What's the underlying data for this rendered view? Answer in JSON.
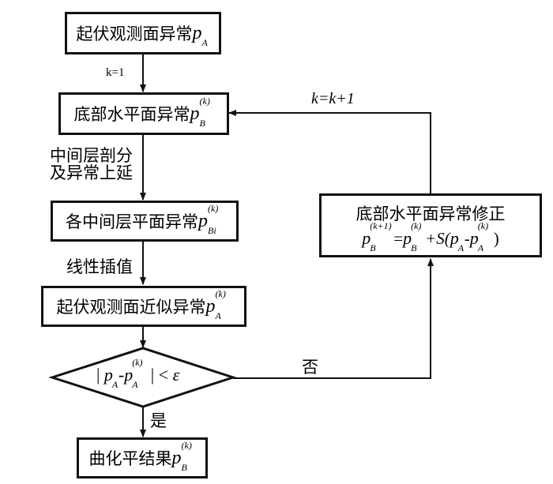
{
  "nodes": {
    "start": {
      "text": "起伏观测面异常",
      "var": "p",
      "sub": "A",
      "sup": ""
    },
    "bottom": {
      "text": "底部水平面异常",
      "var": "p",
      "sub": "B",
      "sup": "(k)"
    },
    "layers": {
      "text": "各中间层平面异常",
      "var": "p",
      "sub": "Bi",
      "sup": "(k)"
    },
    "approx": {
      "text": "起伏观测面近似异常",
      "var": "p",
      "sub": "A",
      "sup": "(k)"
    },
    "decision": {
      "lhs_bar_open": "|",
      "p1": "p",
      "p1_sub": "A",
      "minus": "-",
      "p2": "p",
      "p2_sub": "A",
      "p2_sup": "(k)",
      "bar_close": "|",
      "rel": "<",
      "eps": "ε"
    },
    "result": {
      "text": "曲化平结果",
      "var": "p",
      "sub": "B",
      "sup": "(k)"
    },
    "correction": {
      "title": "底部水平面异常修正",
      "formula": {
        "lhs_var": "p",
        "lhs_sub": "B",
        "lhs_sup": "(k+1)",
        "eq": "=",
        "r1_var": "p",
        "r1_sub": "B",
        "r1_sup": "(k)",
        "plus": "+S(",
        "r2_var": "p",
        "r2_sub": "A",
        "minus": "-",
        "r3_var": "p",
        "r3_sub": "A",
        "r3_sup": "(k)",
        "close": ")"
      }
    }
  },
  "edge_labels": {
    "init": "k=1",
    "continuation_line1": "中间层剖分",
    "continuation_line2": "及异常上延",
    "interp": "线性插值",
    "yes": "是",
    "no": "否",
    "increment": "k=k+1"
  }
}
